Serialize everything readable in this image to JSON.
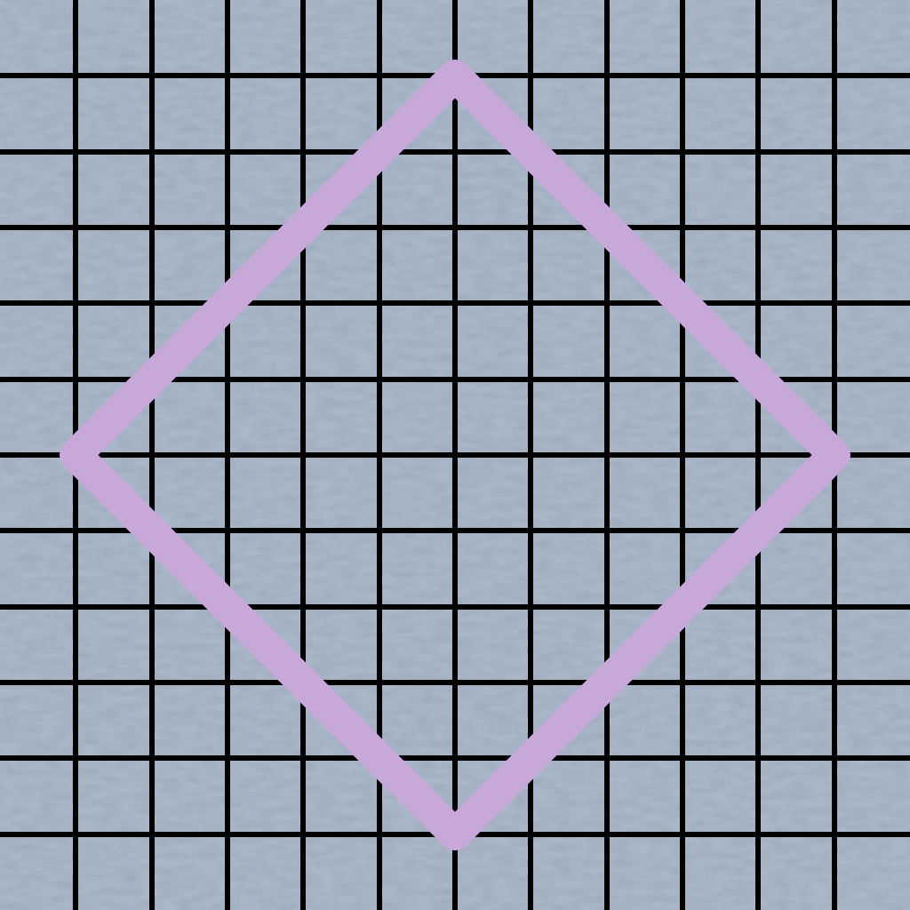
{
  "colors": {
    "tile_base": "#aab7c8",
    "tile_light": "#c3cedc",
    "tile_dark": "#94a1b3",
    "grid_line": "#000000",
    "diamond_stroke": "#c8a8d8"
  },
  "grid": {
    "columns": 12,
    "rows": 12
  },
  "shape": {
    "kind": "diamond",
    "outline_only": true
  }
}
